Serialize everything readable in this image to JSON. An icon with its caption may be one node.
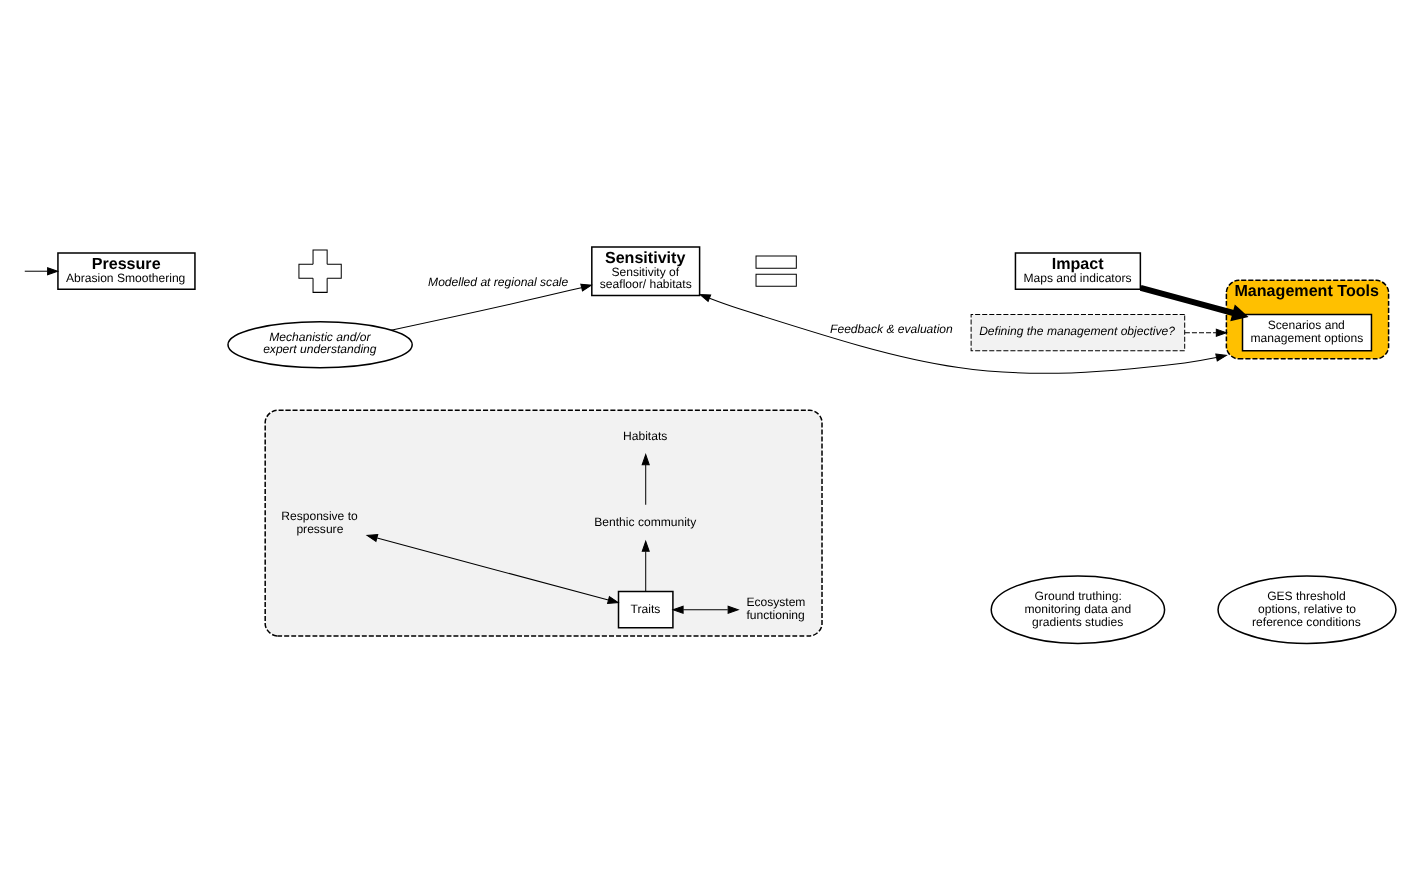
{
  "diagram": {
    "nodes": [
      {
        "text": [
          "Pressure",
          "Abrasion Smoothering"
        ]
      },
      {
        "text": [],
        "shape": "plus"
      },
      {
        "text": [
          "Sensitivity",
          "Sensitivity of seafloor/ habitats"
        ]
      },
      {
        "text": [],
        "shape": "equals"
      },
      {
        "text": [
          "Impact",
          "Maps and indicators"
        ]
      },
      {
        "text": [
          "Management Tools"
        ]
      },
      {
        "text": [
          "Scenarios and management options"
        ],
        "in": 5
      },
      {
        "text": [
          "Defining the management objective?"
        ]
      },
      {
        "text": [
          "Mechanistic and/or expert understanding"
        ]
      },
      {
        "text": [],
        "shape": "ellipse"
      },
      {
        "text": [
          "Habitats"
        ],
        "in": 9
      },
      {
        "text": [
          "Benthic community"
        ],
        "in": 9
      },
      {
        "text": [
          "Responsive to pressure"
        ],
        "in": 9
      },
      {
        "text": [
          "Traits"
        ],
        "in": 9
      },
      {
        "text": [
          "Ecosystem functioning"
        ],
        "in": 9
      },
      {
        "text": [
          "Ground truthing: monitoring data and gradients studies"
        ]
      },
      {
        "text": [
          "GES threshold options, relative to reference conditions"
        ]
      }
    ],
    "edges": [
      {
        "from": null,
        "to": 0,
        "arrow": "to"
      },
      {
        "from": 4,
        "to": 6,
        "arrow": "to",
        "style": "thick"
      },
      {
        "from": 7,
        "to": 5,
        "arrow": "to",
        "style": "dashed"
      },
      {
        "from": 2,
        "to": 5,
        "arrow": "both",
        "label": "Feedback & evaluation"
      },
      {
        "from": 8,
        "to": 2,
        "arrow": "to",
        "label": "Modelled at regional scale"
      },
      {
        "from": 11,
        "to": 10,
        "arrow": "to"
      },
      {
        "from": 13,
        "to": 11,
        "arrow": "to"
      },
      {
        "from": 12,
        "to": 13,
        "arrow": "both"
      },
      {
        "from": 13,
        "to": 14,
        "arrow": "both"
      }
    ]
  }
}
